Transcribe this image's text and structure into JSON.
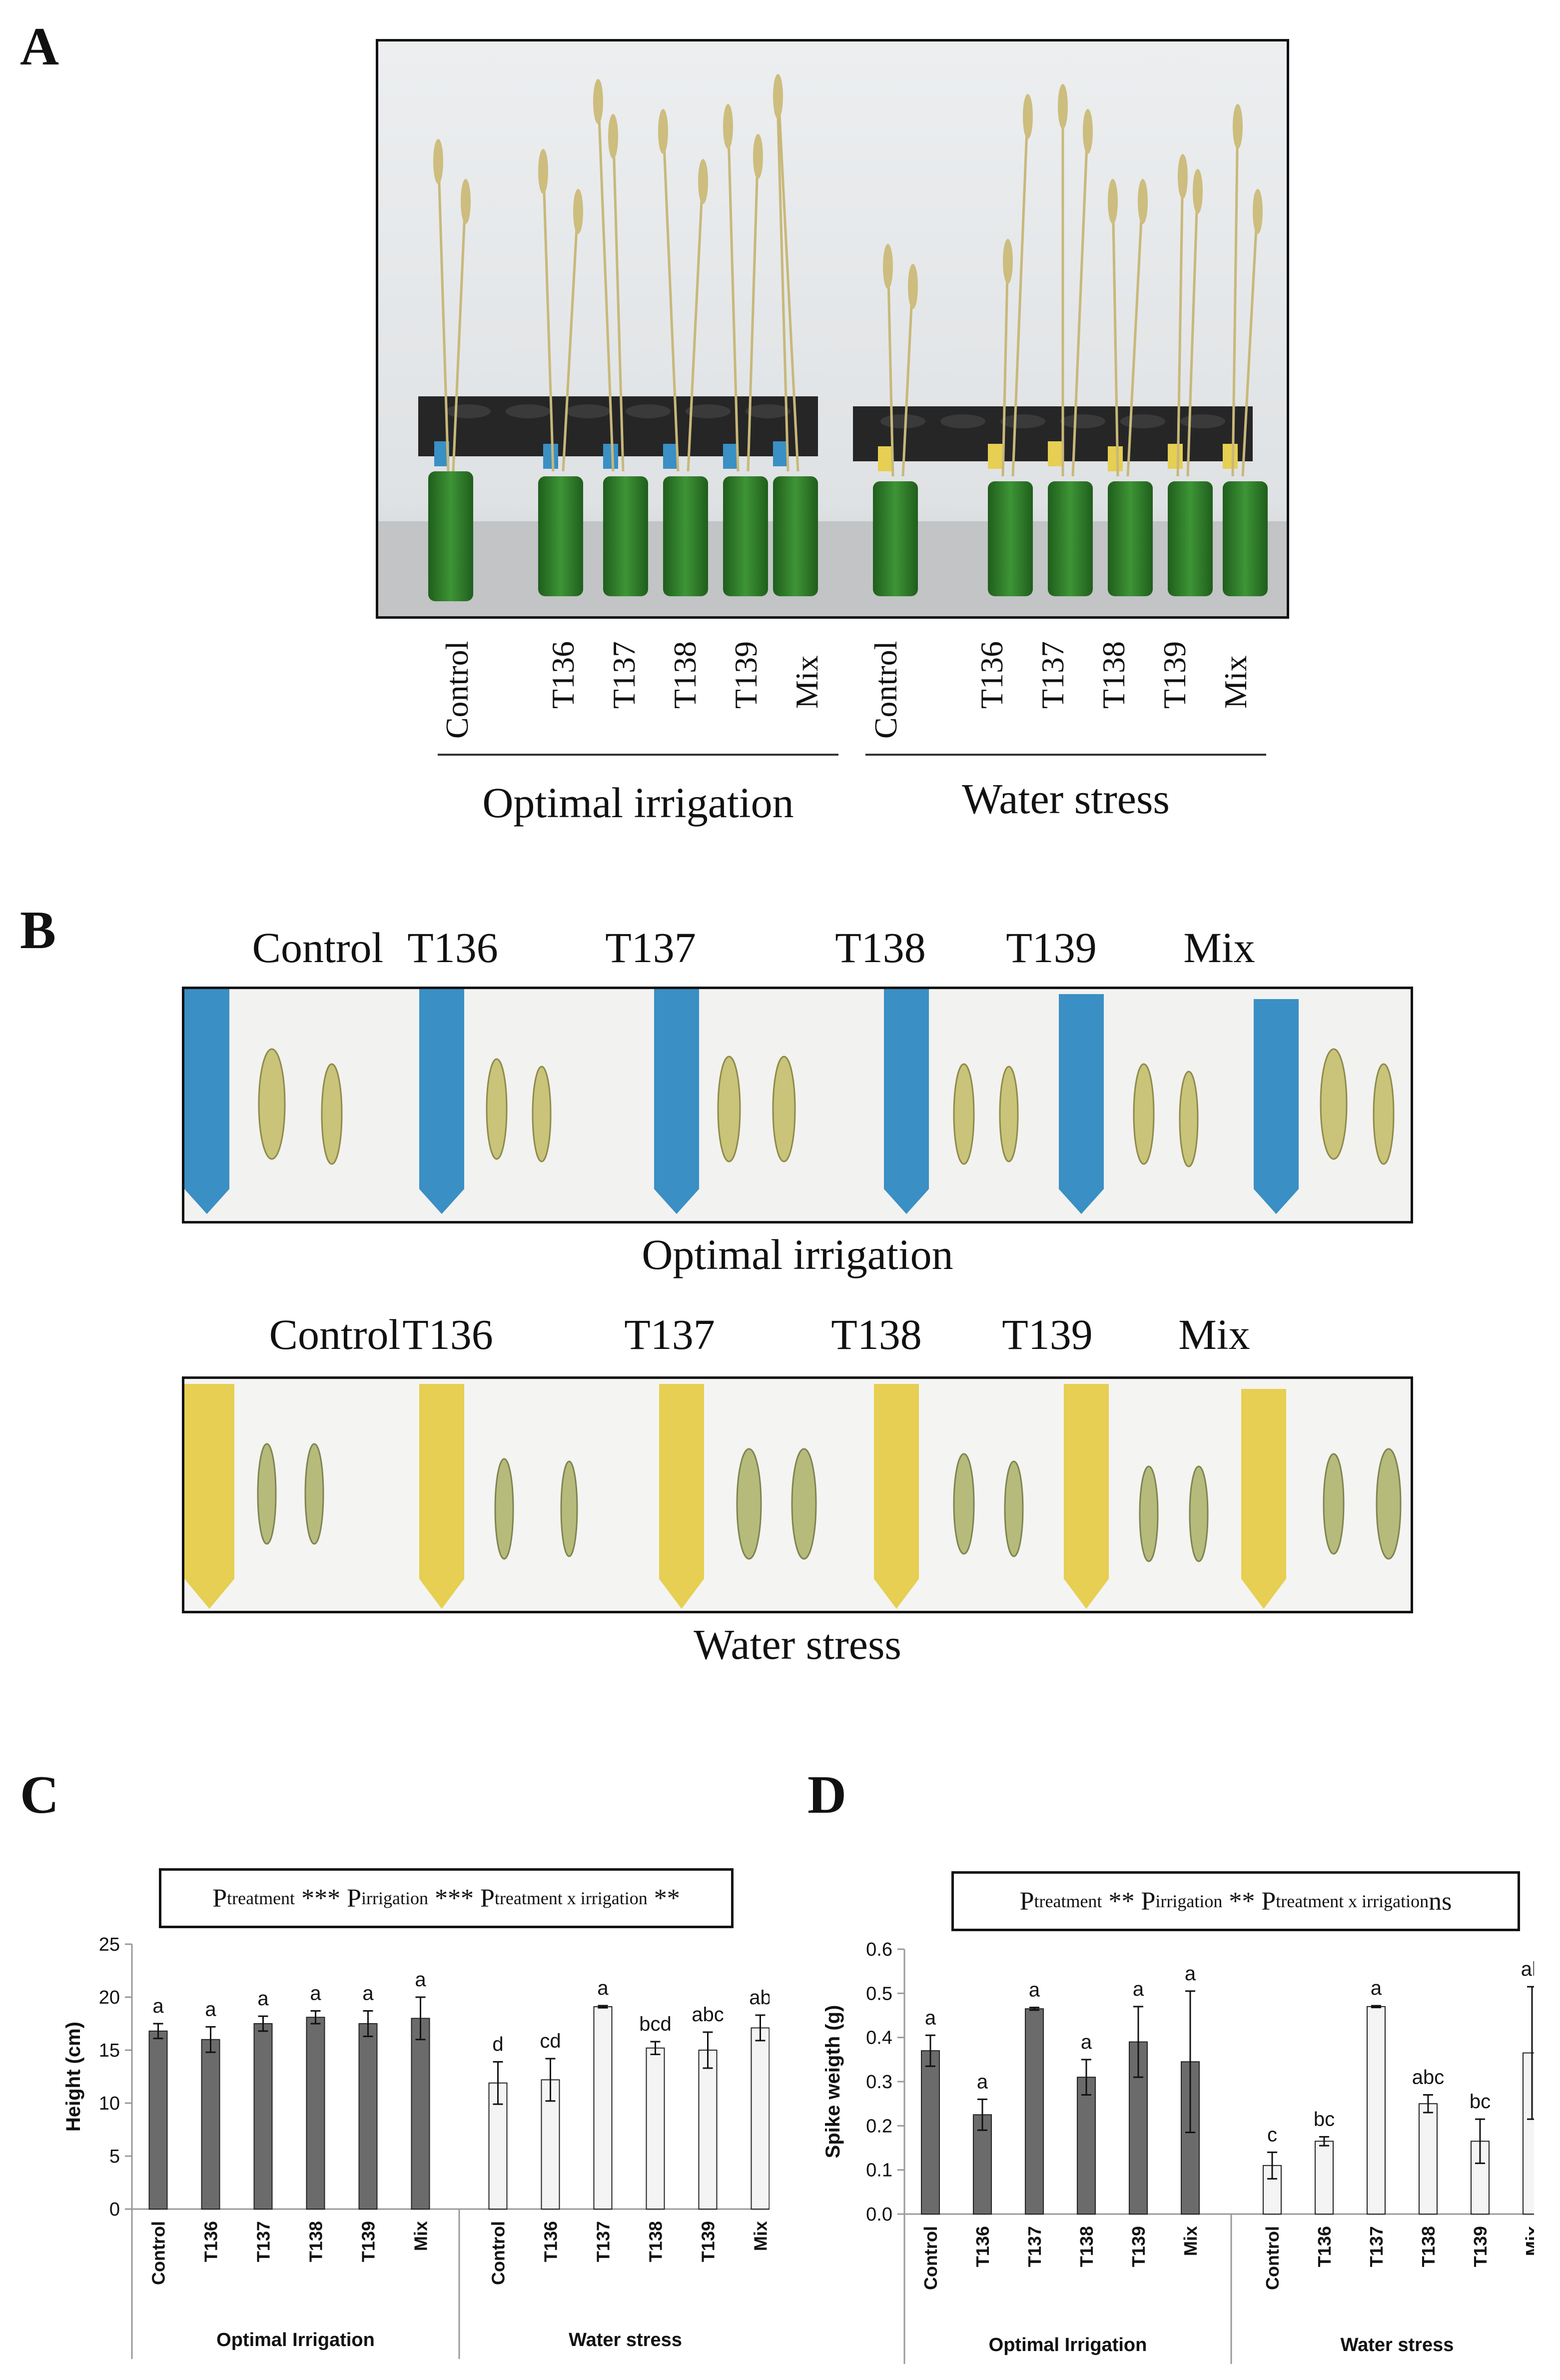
{
  "panels": {
    "a": "A",
    "b": "B",
    "c": "C",
    "d": "D"
  },
  "treatments": [
    "Control",
    "T136",
    "T137",
    "T138",
    "T139",
    "Mix"
  ],
  "groups": {
    "optimal": "Optimal irrigation",
    "stress": "Water stress",
    "optimal_chart": "Optimal Irrigation",
    "stress_chart": "Water stress"
  },
  "stats_c": {
    "p1": "P",
    "s1": "treatment",
    "v1": " *** ",
    "p2": "P",
    "s2": "irrigation",
    "v2": " *** ",
    "p3": "P",
    "s3": "treatment x irrigation",
    "v3": " **"
  },
  "stats_d": {
    "p1": "P",
    "s1": "treatment",
    "v1": " ** ",
    "p2": "P",
    "s2": "irrigation",
    "v2": " ** ",
    "p3": "P",
    "s3": "treatment x irrigation",
    "v3": "ns"
  },
  "colors": {
    "optimal_bar": "#6b6b6b",
    "stress_bar": "#f4f4f4",
    "tag_blue": "#3a8fc4",
    "tag_yellow": "#e6cf52",
    "pot_green": "#2f7a2a"
  },
  "chart_data": [
    {
      "type": "bar",
      "panel": "C",
      "ylabel": "Height (cm)",
      "ylim": [
        0,
        25
      ],
      "yticks": [
        0,
        5,
        10,
        15,
        20,
        25
      ],
      "categories": [
        "Control",
        "T136",
        "T137",
        "T138",
        "T139",
        "Mix",
        "Control",
        "T136",
        "T137",
        "T138",
        "T139",
        "Mix"
      ],
      "group_labels": [
        "Optimal Irrigation",
        "Water stress"
      ],
      "values": [
        16.8,
        16.0,
        17.5,
        18.1,
        17.5,
        18.0,
        11.9,
        12.2,
        19.1,
        15.2,
        15.0,
        17.1
      ],
      "errors": [
        0.7,
        1.2,
        0.7,
        0.6,
        1.2,
        2.0,
        2.0,
        2.0,
        0.1,
        0.6,
        1.7,
        1.2
      ],
      "letters": [
        "a",
        "a",
        "a",
        "a",
        "a",
        "a",
        "d",
        "cd",
        "a",
        "bcd",
        "abc",
        "ab"
      ]
    },
    {
      "type": "bar",
      "panel": "D",
      "ylabel": "Spike weigth (g)",
      "ylim": [
        0,
        0.6
      ],
      "yticks": [
        "0.0",
        "0.1",
        "0.2",
        "0.3",
        "0.4",
        "0.5",
        "0.6"
      ],
      "categories": [
        "Control",
        "T136",
        "T137",
        "T138",
        "T139",
        "Mix",
        "Control",
        "T136",
        "T137",
        "T138",
        "T139",
        "Mix"
      ],
      "group_labels": [
        "Optimal Irrigation",
        "Water stress"
      ],
      "values": [
        0.37,
        0.225,
        0.465,
        0.31,
        0.39,
        0.345,
        0.11,
        0.165,
        0.47,
        0.25,
        0.165,
        0.365
      ],
      "errors": [
        0.035,
        0.035,
        0.003,
        0.04,
        0.08,
        0.16,
        0.03,
        0.01,
        0.002,
        0.02,
        0.05,
        0.15
      ],
      "letters": [
        "a",
        "a",
        "a",
        "a",
        "a",
        "a",
        "c",
        "bc",
        "a",
        "abc",
        "bc",
        "ab"
      ]
    }
  ]
}
